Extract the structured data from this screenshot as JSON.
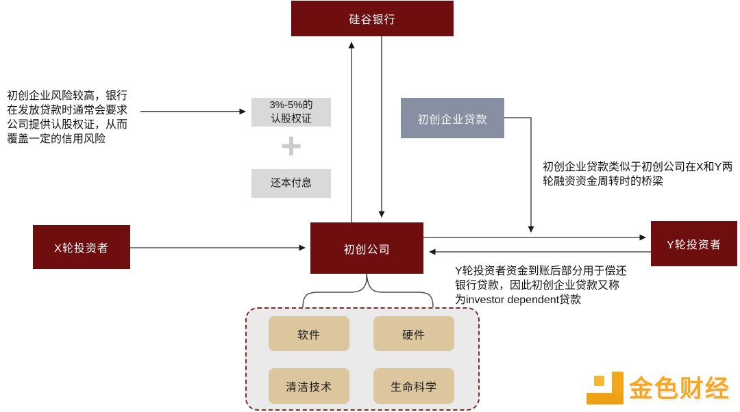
{
  "colors": {
    "box_dark_red": "#6E0E0F",
    "box_gray": "#D9D9D9",
    "box_blue_gray": "#8790A2",
    "box_tan": "#DCC69E",
    "sector_panel_bg": "#EAEAEA",
    "sector_panel_border": "#7B2B25",
    "connector": "#2B2B2B",
    "logo_gold": "#F5A623"
  },
  "diagram": {
    "bank_label": "硅谷银行",
    "note_left": "初创企业风险较高，银行\n在发放贷款时通常会要求\n公司提供认股权证，从而\n覆盖一定的信用风险",
    "warrant_box": "3%-5%的\n认股权证",
    "plus_sign": "+",
    "repay_box": "还本付息",
    "loan_box": "初创企业贷款",
    "note_bridge": "初创企业贷款类似于初创公司在X和Y两\n轮融资资金周转时的桥梁",
    "company_label": "初创公司",
    "x_investor_label": "X轮投资者",
    "y_investor_label": "Y轮投资者",
    "note_investor": "Y轮投资者资金到账后部分用于偿还\n银行贷款，因此初创企业贷款又称\n为investor dependent贷款",
    "sectors": [
      "软件",
      "硬件",
      "清洁技术",
      "生命科学"
    ]
  },
  "footer": {
    "logo_text": "金色财经"
  }
}
